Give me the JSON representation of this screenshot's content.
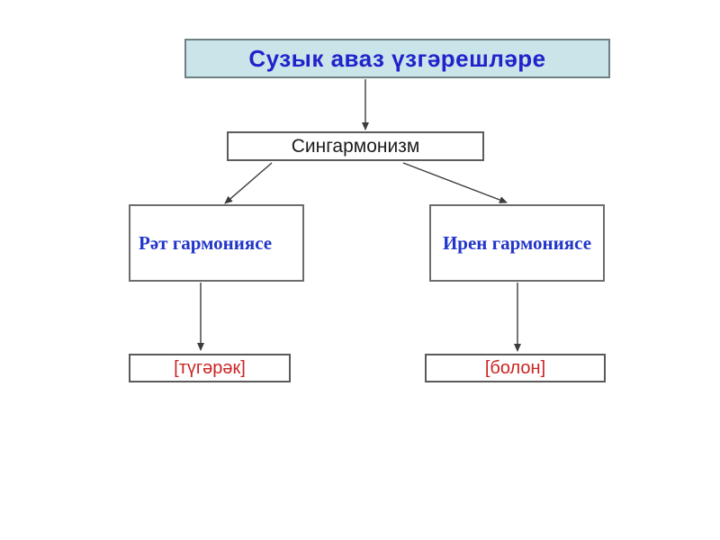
{
  "diagram": {
    "title": "Сузык аваз үзгәрешләре",
    "root": "Сингармонизм",
    "branches": [
      {
        "label": "Рәт гармониясе",
        "result": "[түгәрәк]"
      },
      {
        "label": "Ирен гармониясе",
        "result": "[болон]"
      }
    ],
    "colors": {
      "title_fill": "#c9e5ea",
      "title_text": "#2222cb",
      "root_text": "#1c1c1c",
      "branch_text": "#2236c8",
      "result_text": "#cb2424",
      "box_border": "#6d6d6d",
      "arrow": "#3c3c3c"
    }
  }
}
